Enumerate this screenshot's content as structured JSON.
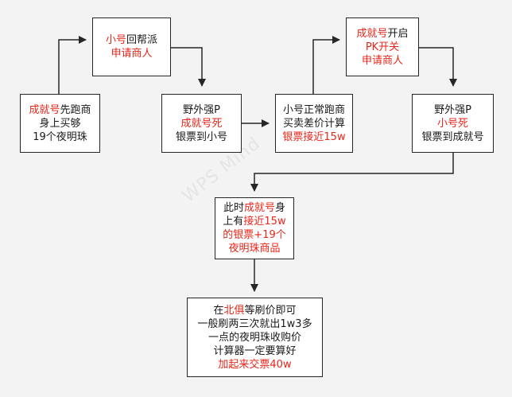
{
  "watermark": "WPS Mind",
  "nodes": {
    "n1": {
      "lines": [
        [
          {
            "t": "成就号",
            "c": "red"
          },
          {
            "t": "先跑商",
            "c": ""
          }
        ],
        [
          {
            "t": "身上买够",
            "c": ""
          }
        ],
        [
          {
            "t": "19个夜明珠",
            "c": ""
          }
        ]
      ]
    },
    "n2": {
      "lines": [
        [
          {
            "t": "小号",
            "c": "red"
          },
          {
            "t": "回帮派",
            "c": ""
          }
        ],
        [
          {
            "t": "申请商人",
            "c": "red"
          }
        ]
      ]
    },
    "n3": {
      "lines": [
        [
          {
            "t": "野外强P",
            "c": ""
          }
        ],
        [
          {
            "t": "成就号死",
            "c": "red"
          }
        ],
        [
          {
            "t": "银票到小号",
            "c": ""
          }
        ]
      ]
    },
    "n4": {
      "lines": [
        [
          {
            "t": "小号正常跑商",
            "c": ""
          }
        ],
        [
          {
            "t": "买卖差价计算",
            "c": ""
          }
        ],
        [
          {
            "t": "银票接近15w",
            "c": "red"
          }
        ]
      ]
    },
    "n5": {
      "lines": [
        [
          {
            "t": "成就号",
            "c": "red"
          },
          {
            "t": "开启",
            "c": ""
          }
        ],
        [
          {
            "t": "PK开关",
            "c": "red"
          }
        ],
        [
          {
            "t": "申请商人",
            "c": "red"
          }
        ]
      ]
    },
    "n6": {
      "lines": [
        [
          {
            "t": "野外强P",
            "c": ""
          }
        ],
        [
          {
            "t": "小号死",
            "c": "red"
          }
        ],
        [
          {
            "t": "银票到成就号",
            "c": ""
          }
        ]
      ]
    },
    "n7": {
      "lines": [
        [
          {
            "t": "此时",
            "c": ""
          },
          {
            "t": "成就号",
            "c": "red"
          },
          {
            "t": "身",
            "c": ""
          }
        ],
        [
          {
            "t": "上有",
            "c": ""
          },
          {
            "t": "接近15w",
            "c": "red"
          }
        ],
        [
          {
            "t": "的银票+19个",
            "c": "red"
          }
        ],
        [
          {
            "t": "夜明珠商品",
            "c": "red"
          }
        ]
      ]
    },
    "n8": {
      "lines": [
        [
          {
            "t": "在",
            "c": ""
          },
          {
            "t": "北俱",
            "c": "red"
          },
          {
            "t": "等刷价即可",
            "c": ""
          }
        ],
        [
          {
            "t": "一般刷两三次就出1w3多",
            "c": ""
          }
        ],
        [
          {
            "t": "一点的夜明珠收购价",
            "c": ""
          }
        ],
        [
          {
            "t": "计算器一定要算好",
            "c": ""
          }
        ],
        [
          {
            "t": "加起来交票40w",
            "c": "red"
          }
        ]
      ]
    }
  }
}
